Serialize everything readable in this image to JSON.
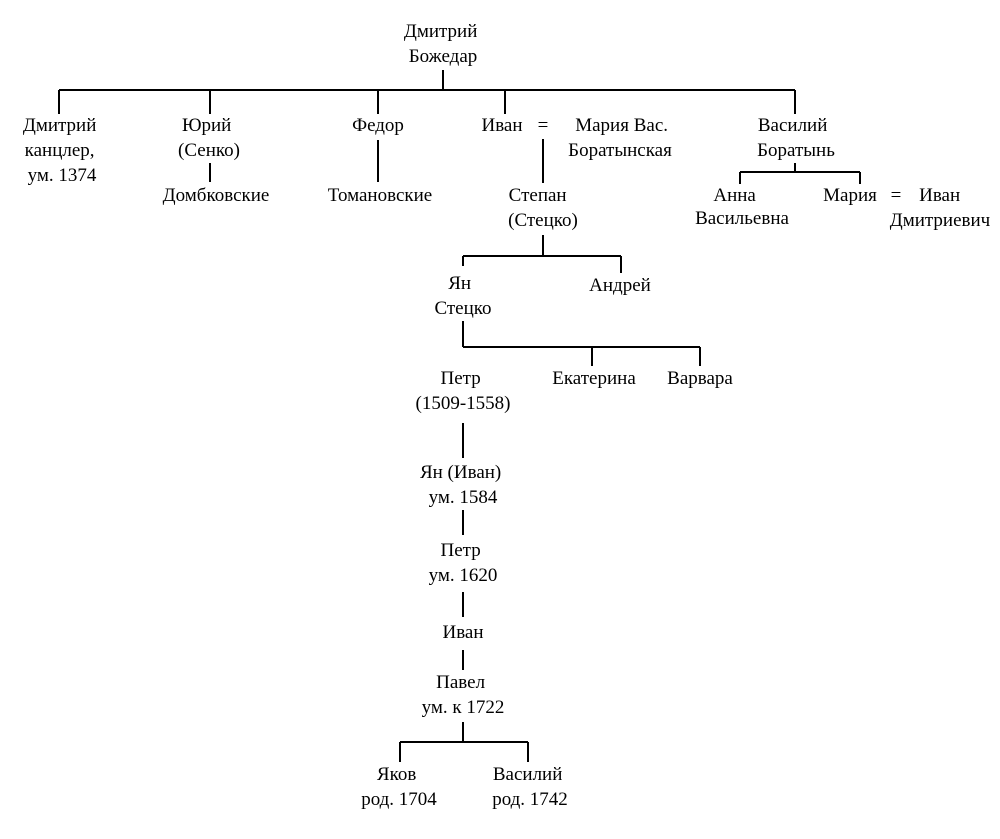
{
  "persons": {
    "dmitriy_bozhedar": [
      "Дмитрий",
      "Божедар"
    ],
    "dmitriy_chancellor": [
      "Дмитрий",
      "канцлер,",
      "ум. 1374"
    ],
    "yuriy": [
      "Юрий",
      "(Сенко)"
    ],
    "dombkovskie": [
      "Домбковские"
    ],
    "fedor": [
      "Федор"
    ],
    "tomanovskie": [
      "Томановские"
    ],
    "ivan": [
      "Иван"
    ],
    "marriage_sign_1": [
      "="
    ],
    "maria_vas": [
      "Мария Вас.",
      "Боратынская"
    ],
    "stepan": [
      "Степан",
      "(Стецко)"
    ],
    "yan_stetsko": [
      "Ян",
      "Стецко"
    ],
    "andrey": [
      "Андрей"
    ],
    "petr_1": [
      "Петр",
      "(1509-1558)"
    ],
    "ekaterina": [
      "Екатерина"
    ],
    "varvara": [
      "Варвара"
    ],
    "yan_ivan": [
      "Ян (Иван)",
      "ум. 1584"
    ],
    "petr_2": [
      "Петр",
      "ум. 1620"
    ],
    "ivan_2": [
      "Иван"
    ],
    "pavel": [
      "Павел",
      "ум. к 1722"
    ],
    "yakov": [
      "Яков",
      "род. 1704"
    ],
    "vasiliy_2": [
      "Василий",
      "род. 1742"
    ],
    "vasiliy_boratyn": [
      "Василий",
      "Боратынь"
    ],
    "anna": [
      "Анна",
      "Васильевна"
    ],
    "maria_2": [
      "Мария"
    ],
    "marriage_sign_2": [
      "="
    ],
    "ivan_dmitrievich": [
      "Иван",
      "Дмитриевич"
    ]
  }
}
